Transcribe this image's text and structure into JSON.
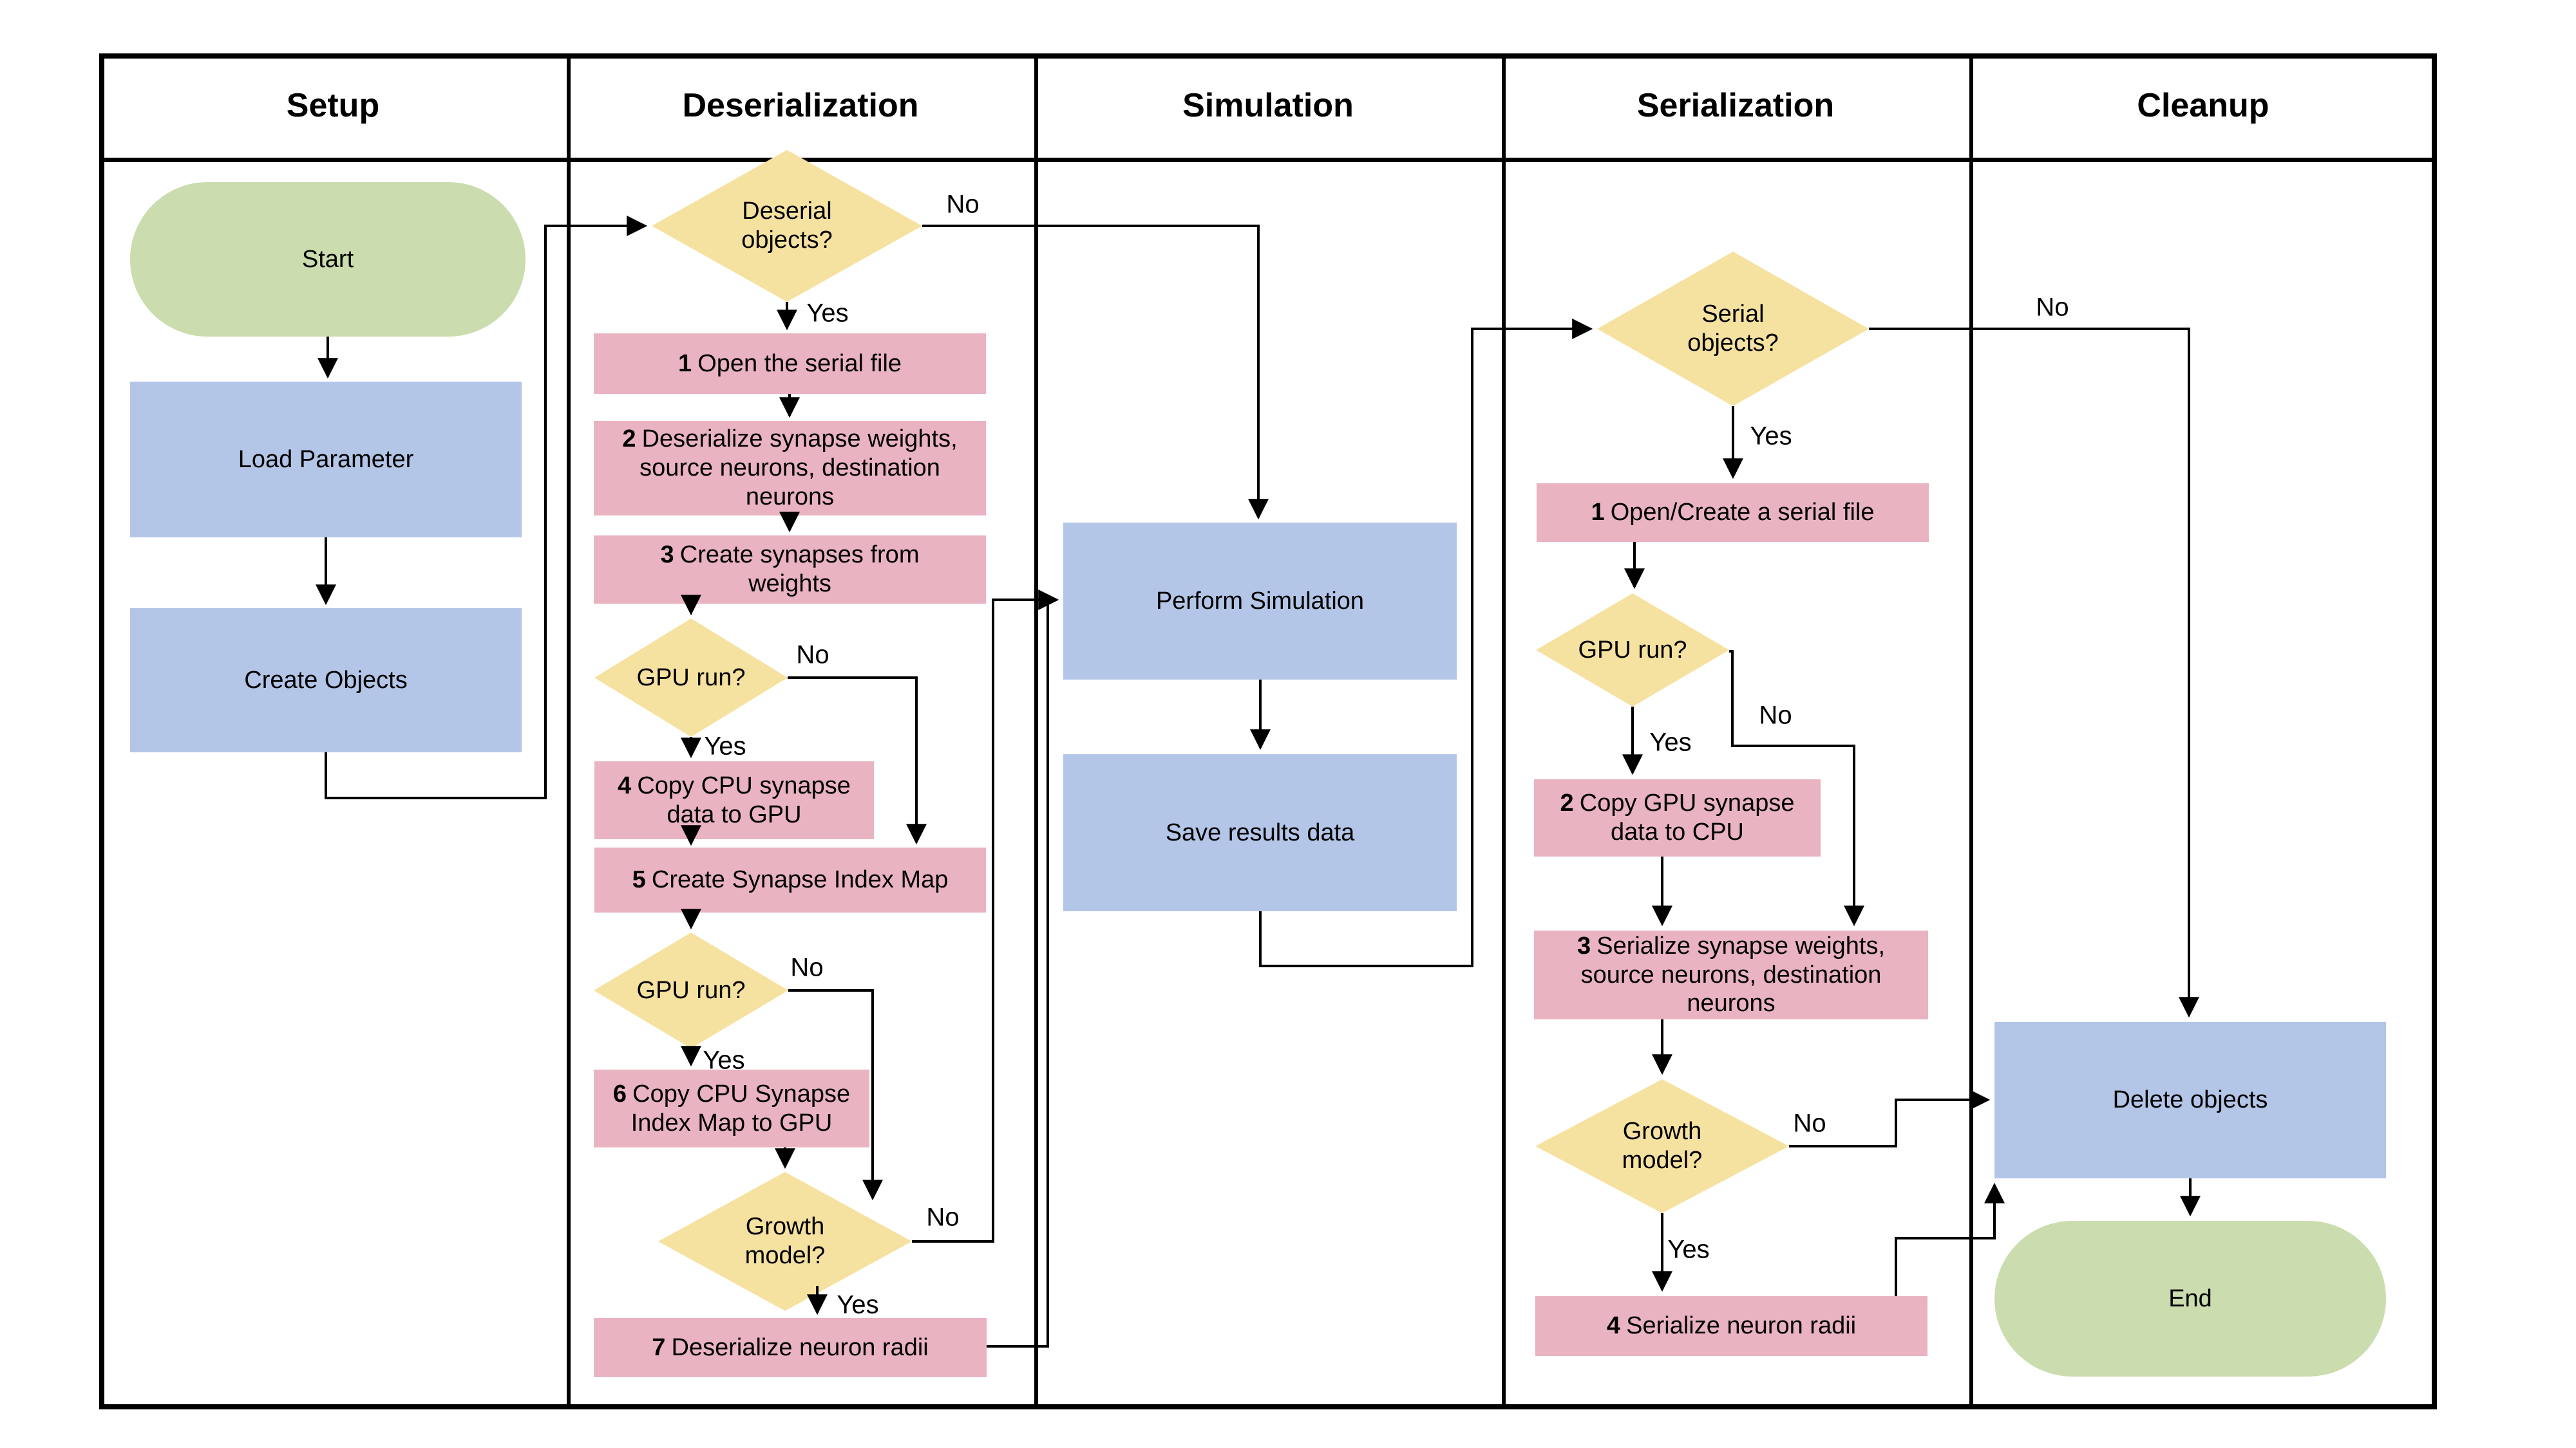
{
  "header": {
    "columns": [
      "Setup",
      "Deserialization",
      "Simulation",
      "Serialization",
      "Cleanup"
    ]
  },
  "labels": {
    "yes": "Yes",
    "no": "No"
  },
  "terminals": {
    "start": "Start",
    "end": "End"
  },
  "process": {
    "load_parameter": "Load Parameter",
    "create_objects": "Create Objects",
    "perform_simulation": "Perform Simulation",
    "save_results": "Save results data",
    "delete_objects": "Delete objects"
  },
  "decisions": {
    "deserial_objects": "Deserial objects?",
    "gpu_run_1": "GPU run?",
    "gpu_run_2": "GPU run?",
    "growth_model_1": "Growth model?",
    "serial_objects": "Serial objects?",
    "gpu_run_3": "GPU run?",
    "growth_model_2": "Growth model?"
  },
  "steps": {
    "d1": {
      "num": "1",
      "text": "Open the serial file"
    },
    "d2": {
      "num": "2",
      "text": "Deserialize synapse weights, source neurons, destination neurons"
    },
    "d3": {
      "num": "3",
      "text": "Create synapses from weights"
    },
    "d4": {
      "num": "4",
      "text": "Copy CPU synapse data to GPU"
    },
    "d5": {
      "num": "5",
      "text": "Create Synapse Index Map"
    },
    "d6": {
      "num": "6",
      "text": "Copy CPU Synapse Index Map to GPU"
    },
    "d7": {
      "num": "7",
      "text": "Deserialize neuron radii"
    },
    "s1": {
      "num": "1",
      "text": "Open/Create a serial file"
    },
    "s2": {
      "num": "2",
      "text": "Copy GPU synapse data to CPU"
    },
    "s3": {
      "num": "3",
      "text": "Serialize synapse weights, source neurons, destination neurons"
    },
    "s4": {
      "num": "4",
      "text": "Serialize neuron radii"
    }
  },
  "colors": {
    "terminal_green": "#cbdcae",
    "process_blue": "#b4c6e7",
    "decision_yellow": "#f6e2a0",
    "step_pink": "#e9b3c2",
    "line_black": "#000000"
  }
}
